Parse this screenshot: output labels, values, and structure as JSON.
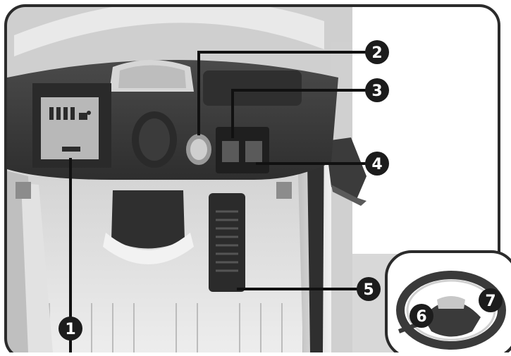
{
  "callouts": [
    {
      "label": "1"
    },
    {
      "label": "2"
    },
    {
      "label": "3"
    },
    {
      "label": "4"
    },
    {
      "label": "5"
    },
    {
      "label": "6"
    },
    {
      "label": "7"
    }
  ],
  "colors": {
    "frame": "#2b2b2b",
    "dashboard": "#3a3a3a",
    "dashboard_dark": "#242424",
    "seat_light": "#e6e6e6",
    "body_gray": "#c9c9c9",
    "badge": "#1c1c1c",
    "badge_text": "#ffffff"
  }
}
